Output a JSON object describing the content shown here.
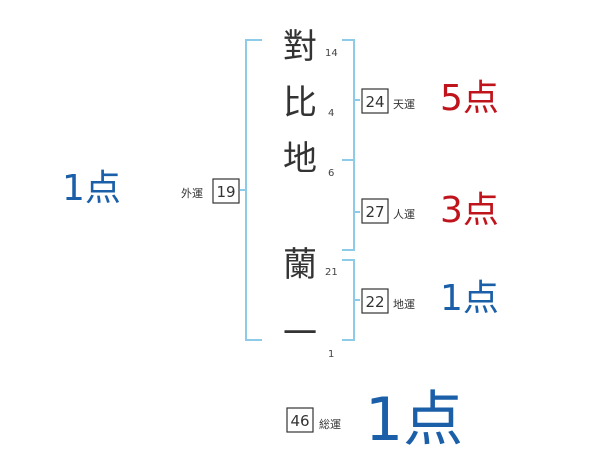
{
  "name_chars": [
    {
      "char": "對",
      "strokes": "14"
    },
    {
      "char": "比",
      "strokes": "4"
    },
    {
      "char": "地",
      "strokes": "6"
    },
    {
      "char": "蘭",
      "strokes": "21"
    },
    {
      "char": "一",
      "strokes": "1"
    }
  ],
  "fortunes": {
    "gaikaku": {
      "label": "外運",
      "value": "19",
      "score": "1点"
    },
    "tenkaku": {
      "label": "天運",
      "value": "24",
      "score": "5点"
    },
    "jinkaku": {
      "label": "人運",
      "value": "27",
      "score": "3点"
    },
    "chikaku": {
      "label": "地運",
      "value": "22",
      "score": "1点"
    },
    "soukaku": {
      "label": "総運",
      "value": "46",
      "score": "1点"
    }
  },
  "colors": {
    "bracket": "#8ecbe8",
    "score_red": "#c0141c",
    "score_blue": "#1a5fa8",
    "text": "#333333"
  }
}
